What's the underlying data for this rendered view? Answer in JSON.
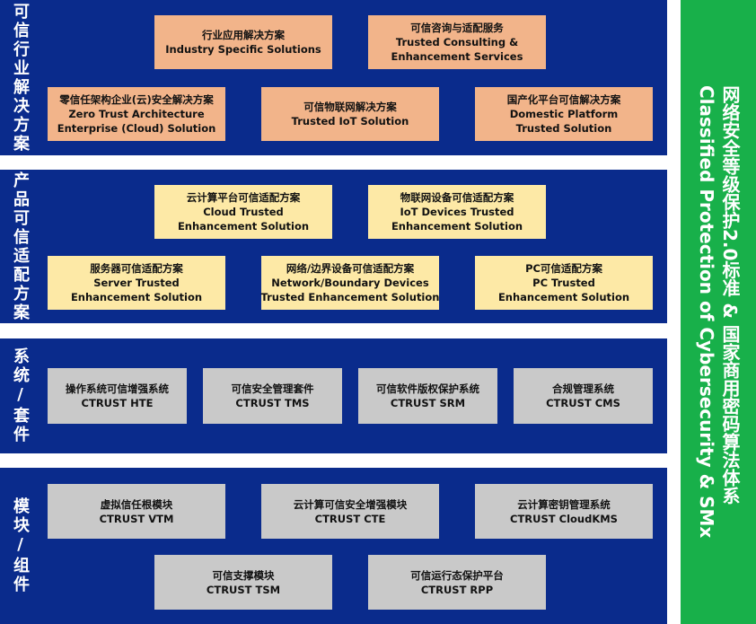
{
  "sections": [
    {
      "label": "可信行业解决方案",
      "boxes": [
        {
          "cn": "行业应用解决方案",
          "en": [
            "Industry Specific Solutions"
          ]
        },
        {
          "cn": "可信咨询与适配服务",
          "en": [
            "Trusted Consulting &",
            "Enhancement Services"
          ]
        },
        {
          "cn": "零信任架构企业(云)安全解决方案",
          "en": [
            "Zero Trust Architecture",
            "Enterprise (Cloud) Solution"
          ]
        },
        {
          "cn": "可信物联网解决方案",
          "en": [
            "Trusted IoT Solution"
          ]
        },
        {
          "cn": "国产化平台可信解决方案",
          "en": [
            "Domestic Platform",
            "Trusted Solution"
          ]
        }
      ]
    },
    {
      "label": "产品可信适配方案",
      "boxes": [
        {
          "cn": "云计算平台可信适配方案",
          "en": [
            "Cloud Trusted",
            "Enhancement Solution"
          ]
        },
        {
          "cn": "物联网设备可信适配方案",
          "en": [
            "IoT Devices Trusted",
            "Enhancement Solution"
          ]
        },
        {
          "cn": "服务器可信适配方案",
          "en": [
            "Server Trusted",
            "Enhancement Solution"
          ]
        },
        {
          "cn": "网络/边界设备可信适配方案",
          "en": [
            "Network/Boundary Devices",
            "Trusted Enhancement Solution"
          ]
        },
        {
          "cn": "PC可信适配方案",
          "en": [
            "PC Trusted",
            "Enhancement Solution"
          ]
        }
      ]
    },
    {
      "label": "系统/套件",
      "boxes": [
        {
          "cn": "操作系统可信增强系统",
          "en": [
            "CTRUST HTE"
          ]
        },
        {
          "cn": "可信安全管理套件",
          "en": [
            "CTRUST TMS"
          ]
        },
        {
          "cn": "可信软件版权保护系统",
          "en": [
            "CTRUST SRM"
          ]
        },
        {
          "cn": "合规管理系统",
          "en": [
            "CTRUST CMS"
          ]
        }
      ]
    },
    {
      "label": "模块/组件",
      "boxes": [
        {
          "cn": "虚拟信任根模块",
          "en": [
            "CTRUST VTM"
          ]
        },
        {
          "cn": "云计算可信安全增强模块",
          "en": [
            "CTRUST CTE"
          ]
        },
        {
          "cn": "云计算密钥管理系统",
          "en": [
            "CTRUST CloudKMS"
          ]
        },
        {
          "cn": "可信支撑模块",
          "en": [
            "CTRUST TSM"
          ]
        },
        {
          "cn": "可信运行态保护平台",
          "en": [
            "CTRUST RPP"
          ]
        }
      ]
    }
  ],
  "sidebar": {
    "cn": "网络安全等级保护2.0标准 & 国家商用密码算法体系",
    "en": "Classified Protection of Cybersecurity & SMx"
  },
  "colors": {
    "band": "#0a2b8c",
    "industry_box": "#f2b48a",
    "adaptation_box": "#fde9a6",
    "product_box": "#c9c9c9",
    "sidebar": "#18b04a"
  }
}
